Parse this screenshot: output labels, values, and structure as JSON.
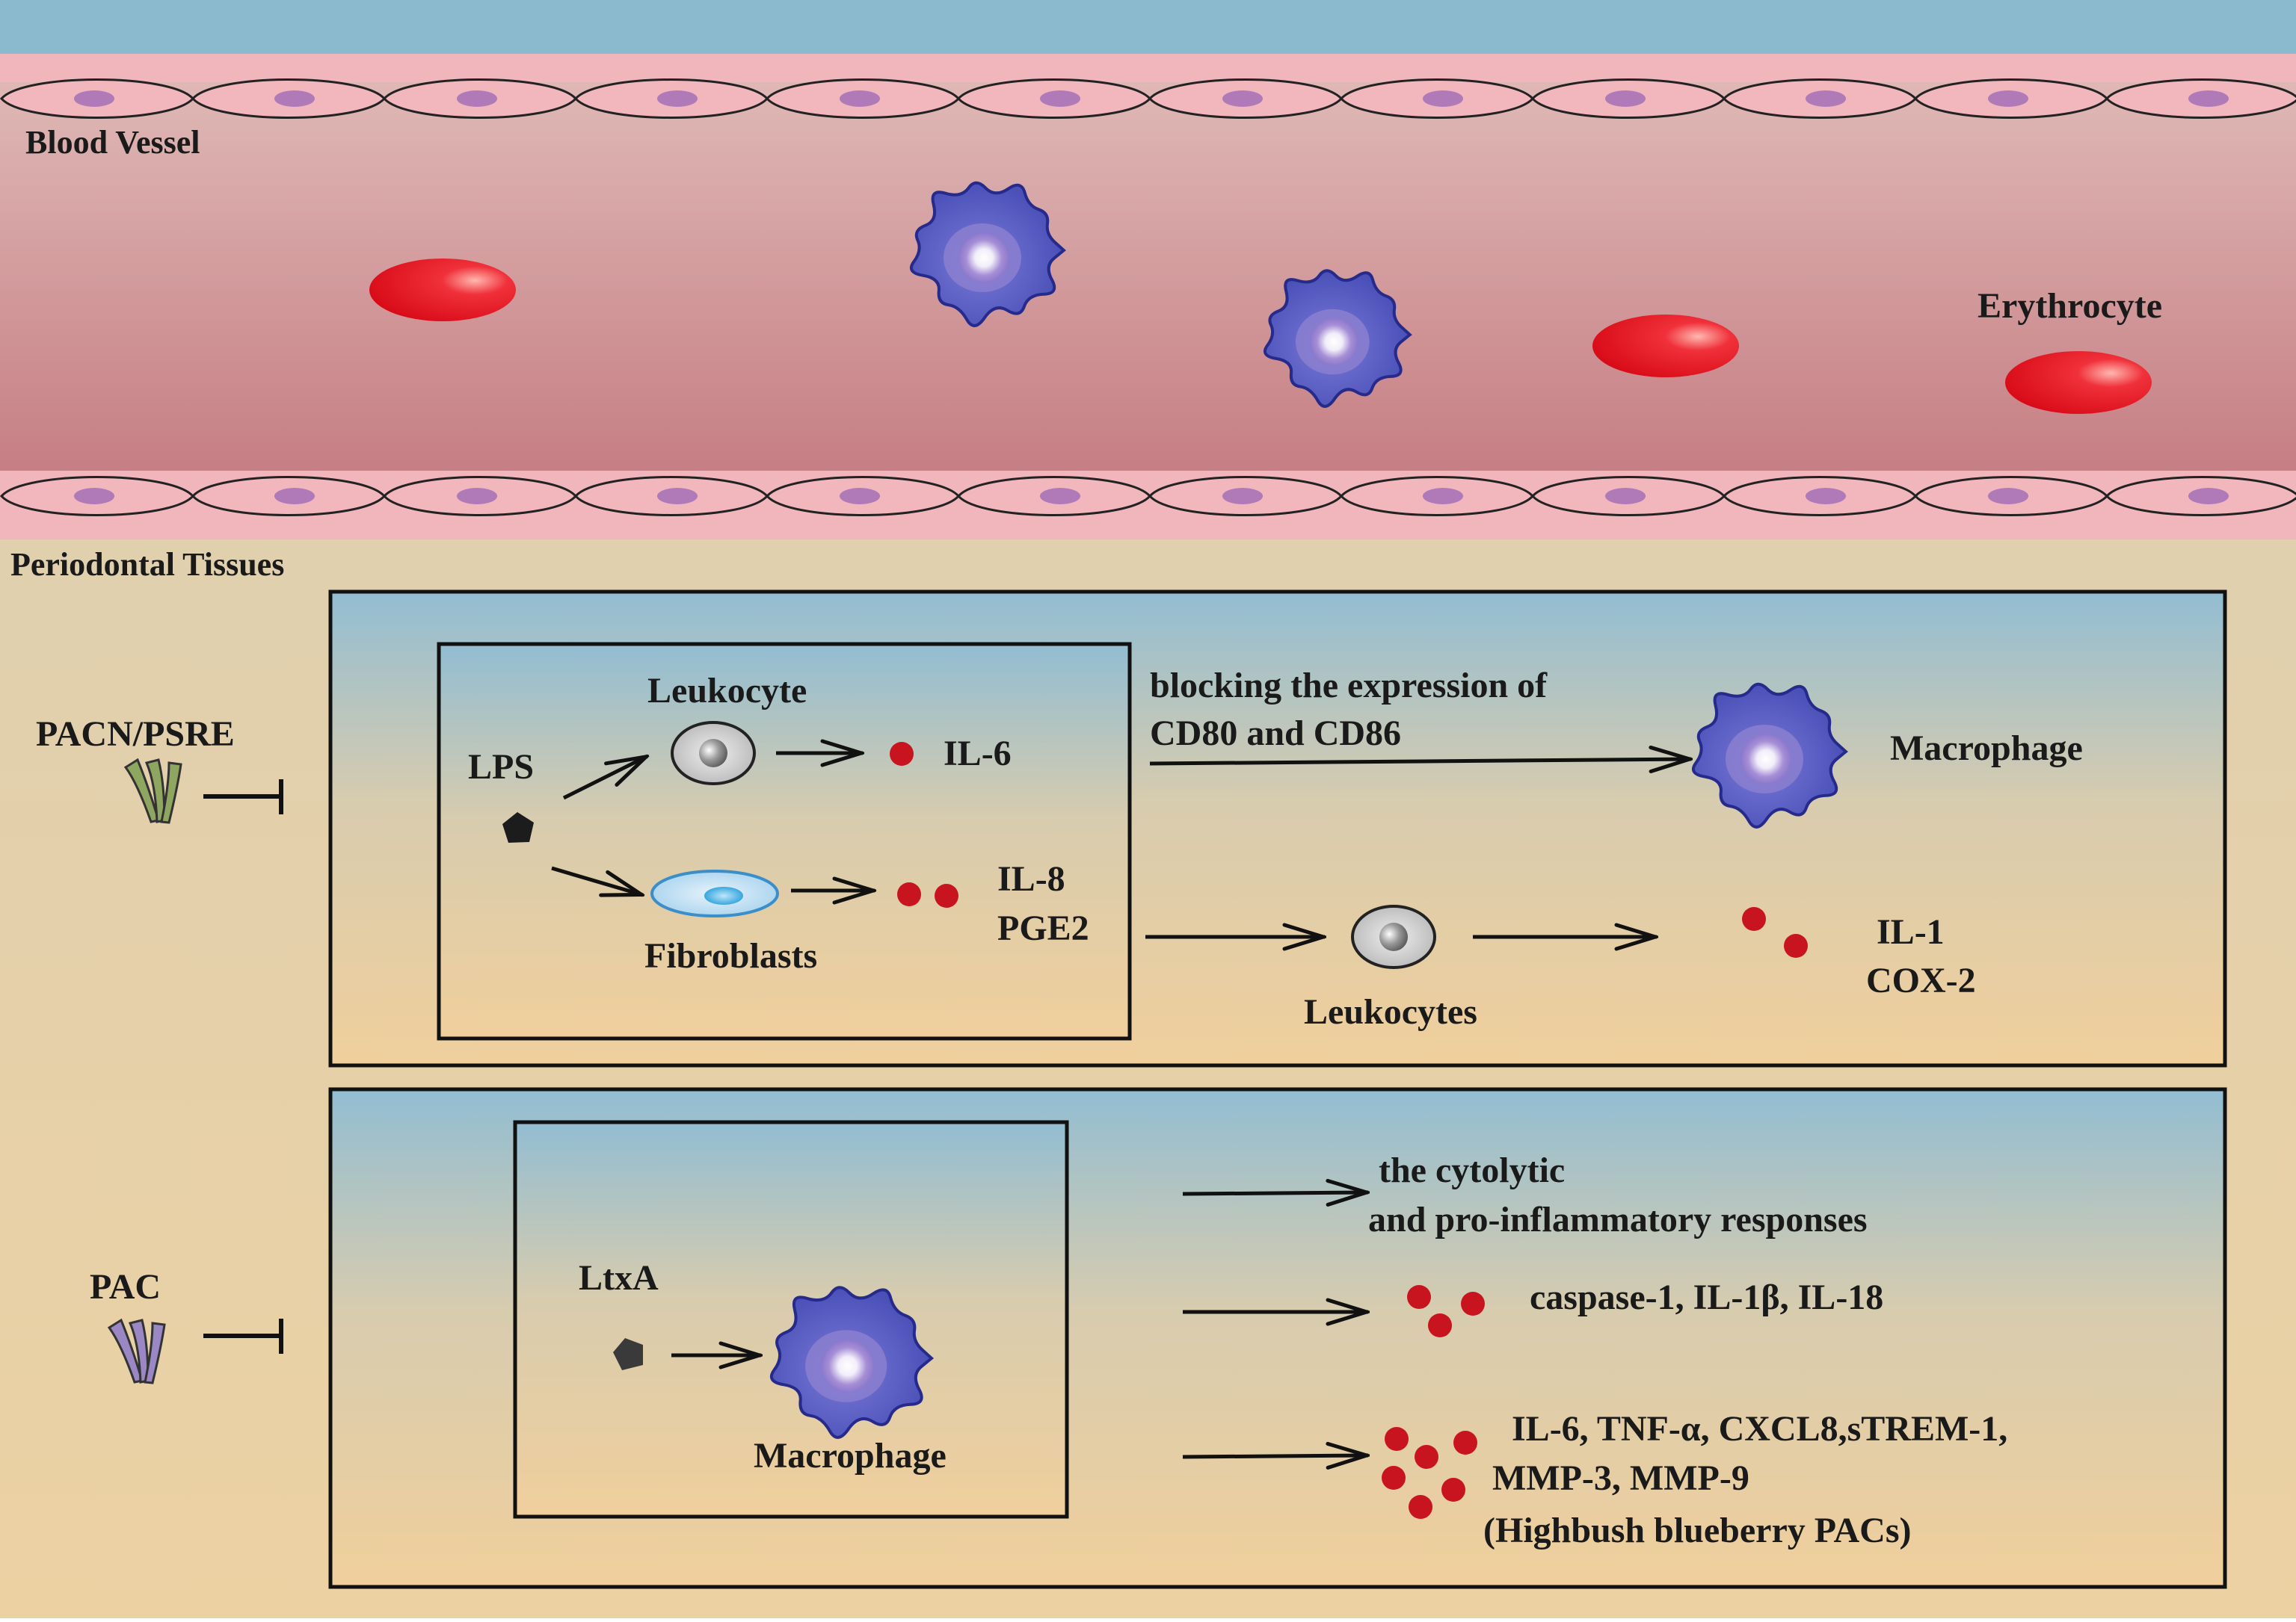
{
  "blood_vessel": {
    "label": "Blood Vessel",
    "erythrocyte_label": "Erythrocyte"
  },
  "periodontal_tissues": {
    "label": "Periodontal Tissues"
  },
  "panel_top": {
    "inhibitor_label": "PACN/PSRE",
    "lps_label": "LPS",
    "leukocyte_label": "Leukocyte",
    "il6_label": "IL-6",
    "fibroblasts_label": "Fibroblasts",
    "il8_label": "IL-8",
    "pge2_label": "PGE2",
    "blocking_line1": "blocking the expression of",
    "blocking_line2": "CD80 and CD86",
    "macrophage_label": "Macrophage",
    "leukocytes_label": "Leukocytes",
    "il1_label": "IL-1",
    "cox2_label": "COX-2"
  },
  "panel_bottom": {
    "inhibitor_label": "PAC",
    "ltxa_label": "LtxA",
    "macrophage_label": "Macrophage",
    "cytolytic_line1": "the cytolytic",
    "cytolytic_line2": "and pro-inflammatory responses",
    "caspase_label": "caspase-1, IL-1β, IL-18",
    "cytokines_line1": "IL-6, TNF-α, CXCL8,sTREM-1,",
    "cytokines_line2": "MMP-3, MMP-9",
    "cytokines_line3": "(Highbush blueberry PACs)"
  },
  "colors": {
    "sky": "#8bb9cd",
    "vessel_top": "#ddb1b3",
    "vessel_bottom": "#c57b80",
    "endothelial_cell": "#f2b7bd",
    "nucleus": "#b07ab8",
    "tissue": "#e8cfa4",
    "erythrocyte": "#e0141f",
    "macrophage": "#5a5ec0",
    "cytokine_dot": "#c8141f"
  }
}
